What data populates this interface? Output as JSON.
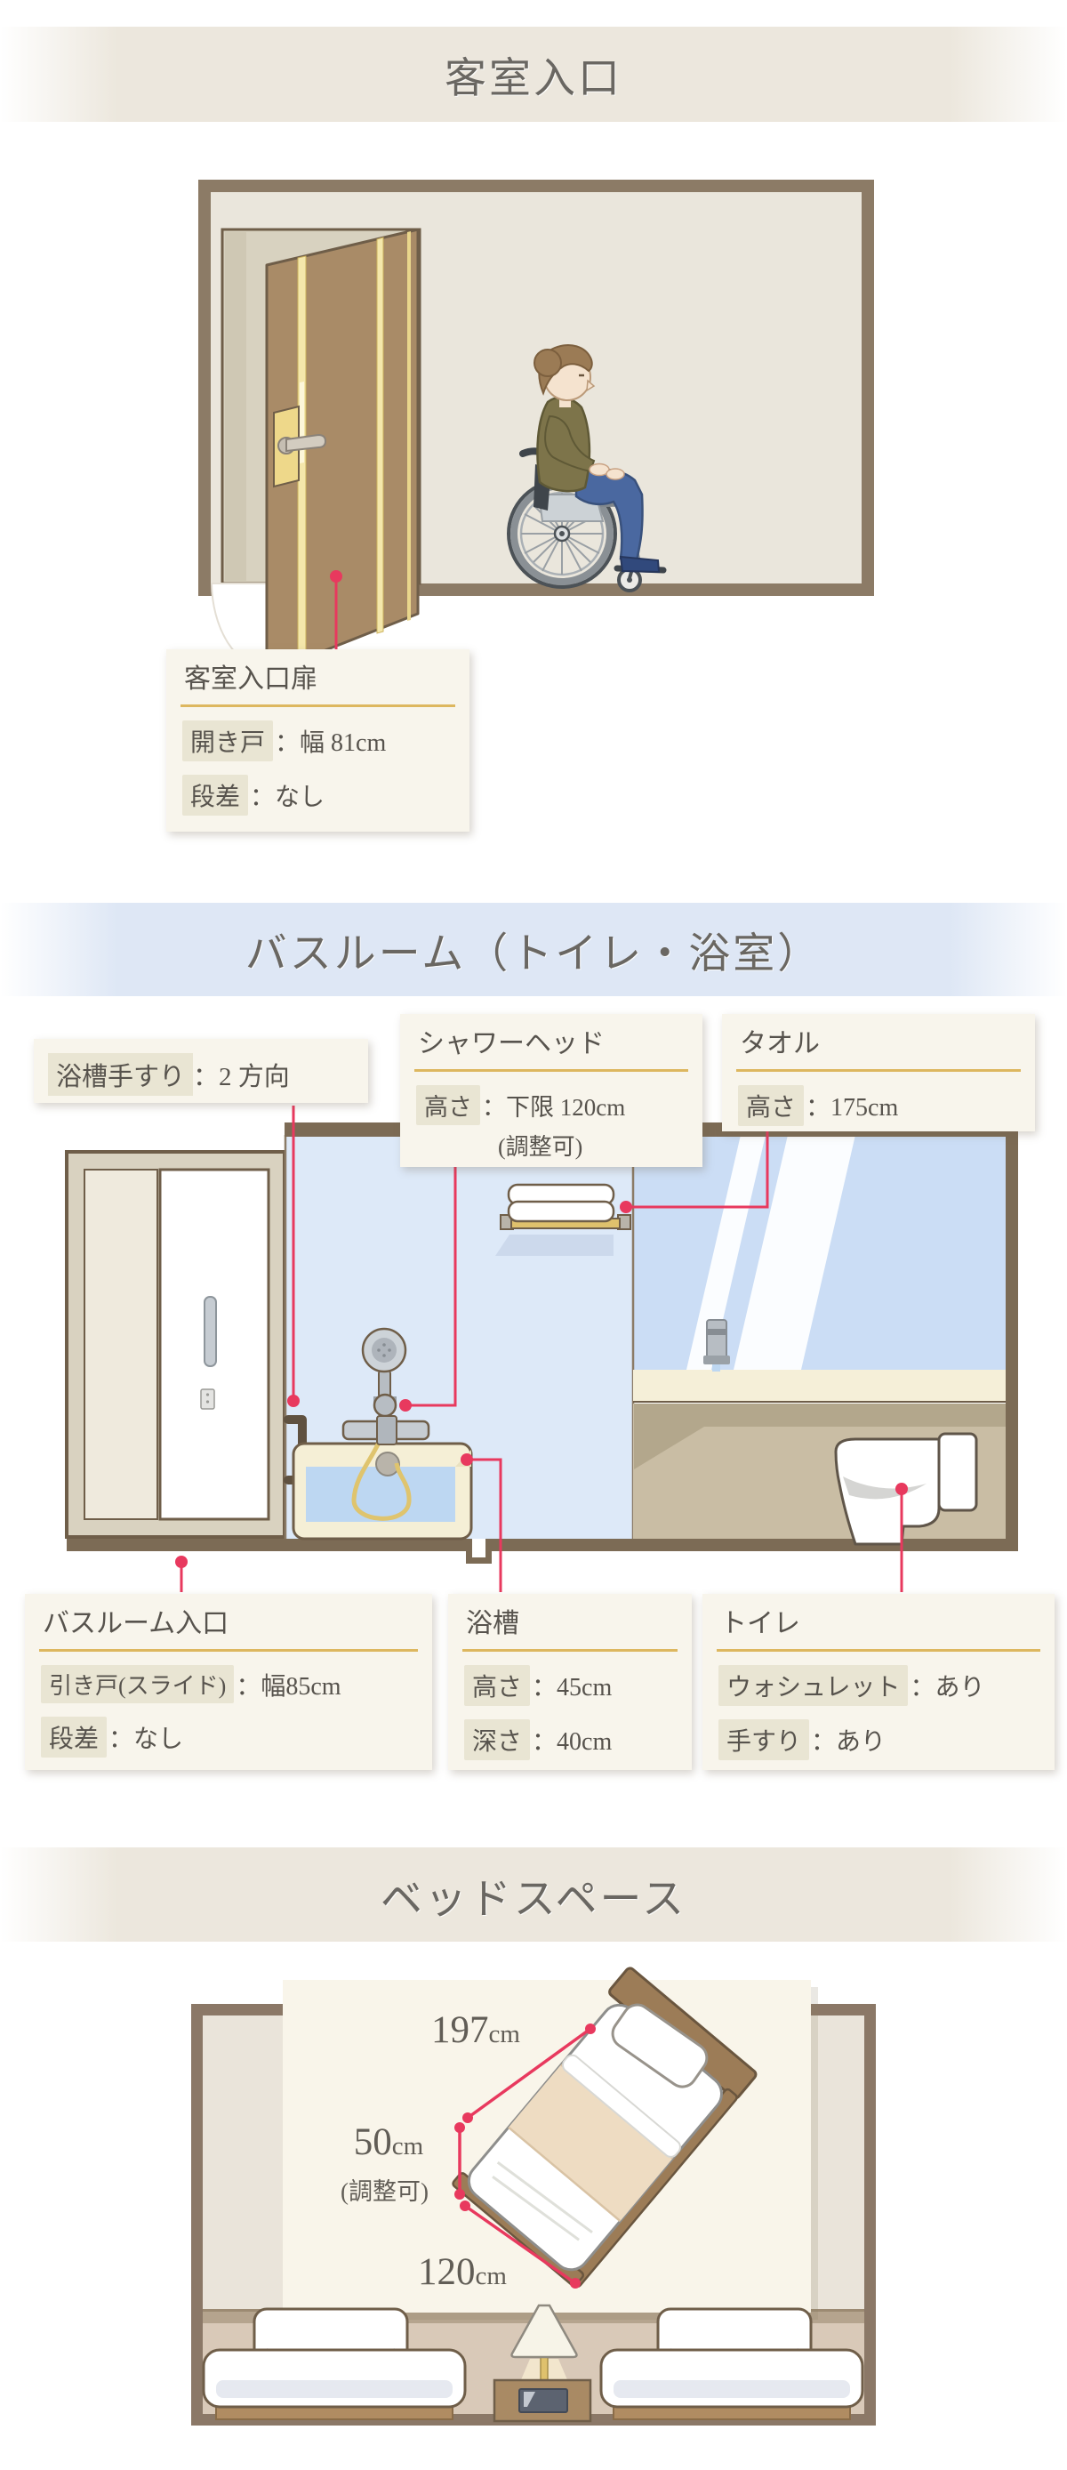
{
  "sections": {
    "entrance": {
      "title": "客室入口",
      "door_box": {
        "title": "客室入口扉",
        "rows": [
          {
            "label": "開き戸",
            "value": "：幅 81cm"
          },
          {
            "label": "段差",
            "value": "：なし"
          }
        ]
      }
    },
    "bathroom": {
      "title": "バスルーム（トイレ・浴室）",
      "grab_callout": {
        "label": "浴槽手すり",
        "value": "：2 方向"
      },
      "shower_callout": {
        "title": "シャワーヘッド",
        "label": "高さ",
        "value": "：下限 120cm",
        "note": "(調整可)"
      },
      "towel_callout": {
        "title": "タオル",
        "label": "高さ",
        "value": "：175cm"
      },
      "entry_box": {
        "title": "バスルーム入口",
        "rows": [
          {
            "label": "引き戸(スライド)",
            "value": "：幅85cm"
          },
          {
            "label": "段差",
            "value": "：なし"
          }
        ]
      },
      "tub_box": {
        "title": "浴槽",
        "rows": [
          {
            "label": "高さ",
            "value": "：45cm"
          },
          {
            "label": "深さ",
            "value": "：40cm"
          }
        ]
      },
      "toilet_box": {
        "title": "トイレ",
        "rows": [
          {
            "label": "ウォシュレット",
            "value": "：あり"
          },
          {
            "label": "手すり",
            "value": "：あり"
          }
        ]
      }
    },
    "bed": {
      "title": "ベッドスペース",
      "dims": {
        "length_value": "197",
        "length_unit": "cm",
        "height_value": "50",
        "height_unit": "cm",
        "height_note": "(調整可)",
        "width_value": "120",
        "width_unit": "cm"
      }
    }
  },
  "colors": {
    "accent_red": "#e8395e",
    "gold_rule": "#ddb75f",
    "box_bg": "#f8f5ec",
    "chip_bg": "#e9e5d3",
    "wall_beige": "#eae6dc",
    "border_brown": "#8c7b66",
    "door_brown": "#a98b67",
    "bath_wall_blue": "#dde9f8",
    "mirror_blue": "#cbddf5",
    "counter_cream": "#f5efd8",
    "cabinet_taupe": "#c9bda4",
    "band_beige": "#ece7dd",
    "band_blue": "#dee7f5"
  }
}
